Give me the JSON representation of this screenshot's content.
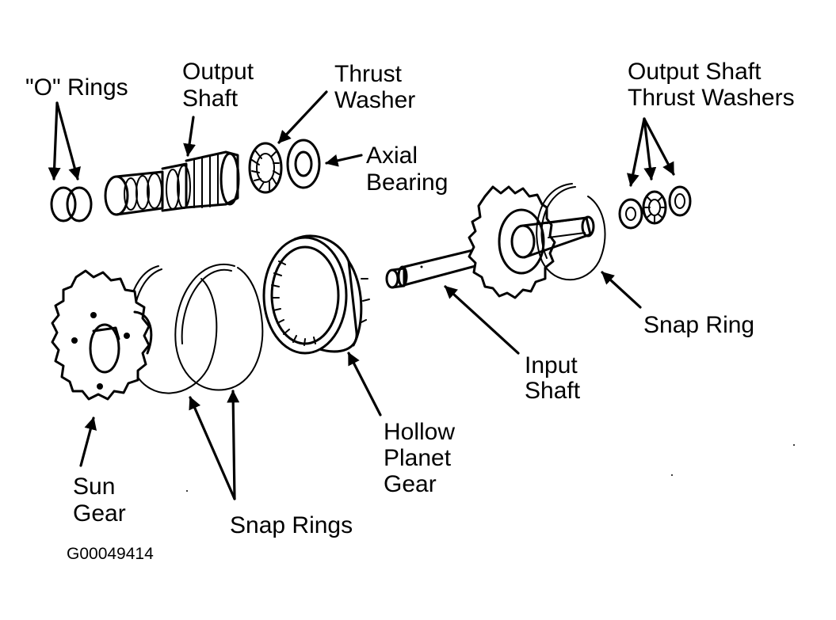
{
  "labels": {
    "o_rings": "\"O\" Rings",
    "output_shaft_1": "Output",
    "output_shaft_2": "Shaft",
    "thrust_washer_1": "Thrust",
    "thrust_washer_2": "Washer",
    "axial_bearing_1": "Axial",
    "axial_bearing_2": "Bearing",
    "output_shaft_thrust_washers_1": "Output Shaft",
    "output_shaft_thrust_washers_2": "Thrust Washers",
    "snap_ring": "Snap Ring",
    "input_shaft_1": "Input",
    "input_shaft_2": "Shaft",
    "hollow_planet_gear_1": "Hollow",
    "hollow_planet_gear_2": "Planet",
    "hollow_planet_gear_3": "Gear",
    "sun_gear_1": "Sun",
    "sun_gear_2": "Gear",
    "snap_rings": "Snap Rings",
    "figure_id": "G00049414"
  }
}
